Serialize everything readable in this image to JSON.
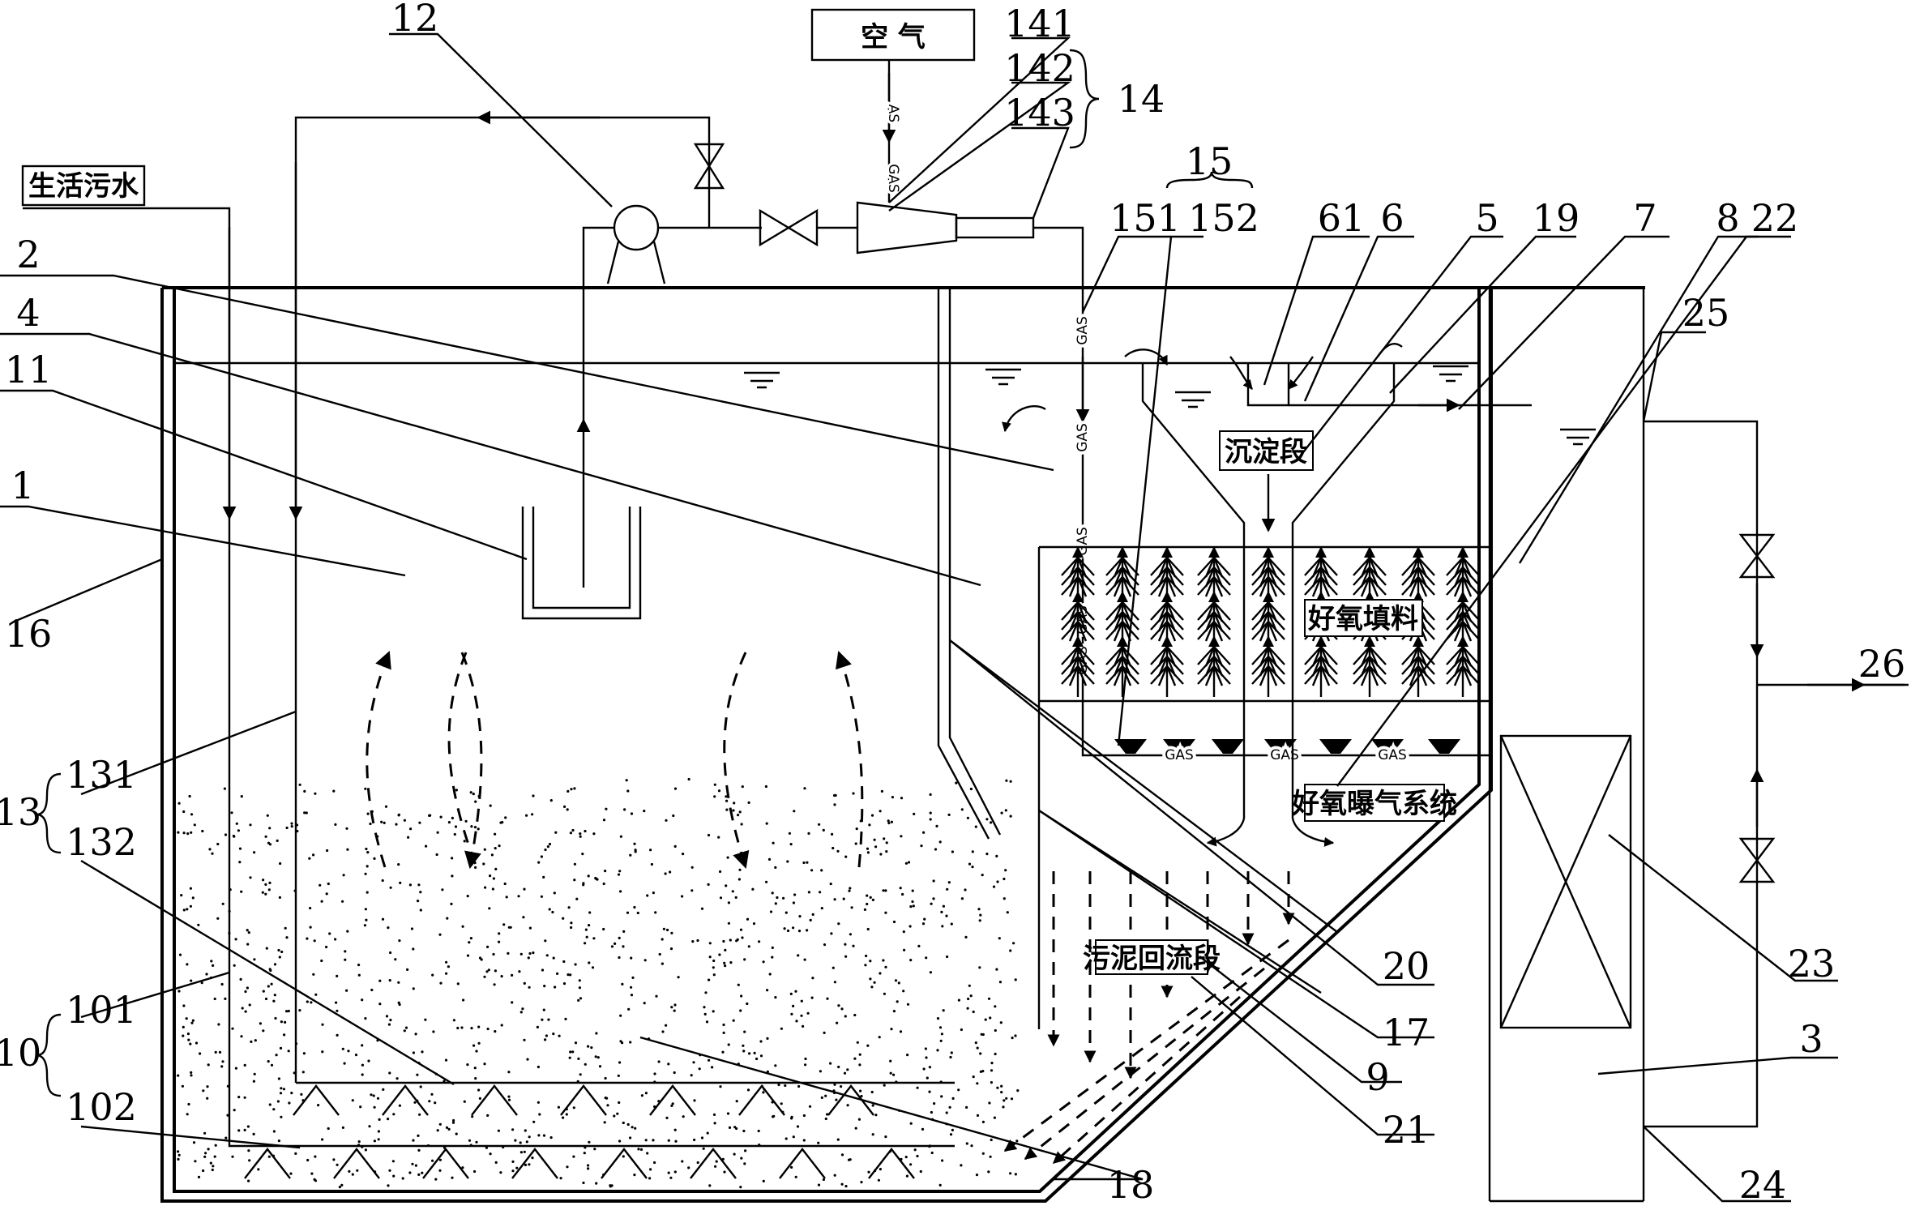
{
  "boxes": {
    "air": "空  气",
    "sewage": "生活污水",
    "sedimentation": "沉淀段",
    "aerobic_packing": "好氧填料",
    "aeration_system": "好氧曝气系统",
    "sludge_return": "污泥回流段"
  },
  "gas_label": "GAS",
  "gas_label_cut": "AS",
  "numbers": {
    "n1": "1",
    "n2": "2",
    "n3": "3",
    "n4": "4",
    "n5": "5",
    "n6": "6",
    "n7": "7",
    "n8": "8",
    "n9": "9",
    "n10": "10",
    "n11": "11",
    "n12": "12",
    "n13": "13",
    "n14": "14",
    "n15": "15",
    "n16": "16",
    "n17": "17",
    "n18": "18",
    "n19": "19",
    "n20": "20",
    "n21": "21",
    "n22": "22",
    "n23": "23",
    "n24": "24",
    "n25": "25",
    "n26": "26",
    "n61": "61",
    "n101": "101",
    "n102": "102",
    "n131": "131",
    "n132": "132",
    "n141": "141",
    "n142": "142",
    "n143": "143",
    "n151": "151",
    "n152": "152"
  }
}
